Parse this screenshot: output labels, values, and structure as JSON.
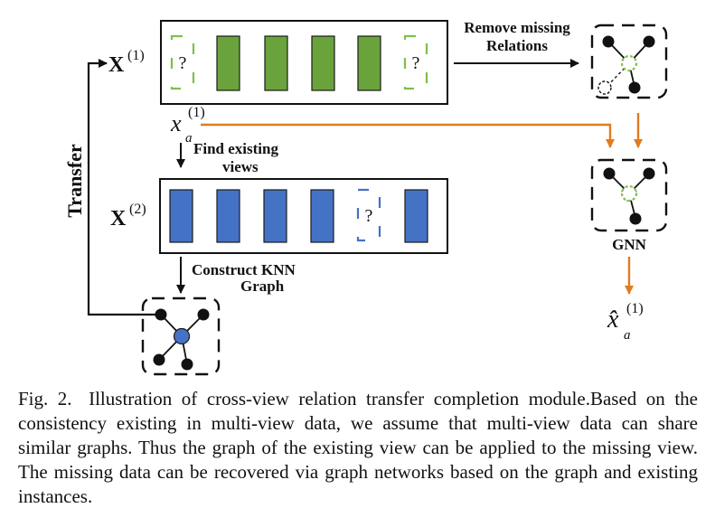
{
  "diagram": {
    "side_label": "Transfer",
    "x1_label": {
      "base": "X",
      "sup": "(1)"
    },
    "x2_label": {
      "base": "X",
      "sup": "(2)"
    },
    "xa_label": {
      "base": "x",
      "sup": "(1)",
      "sub": "a"
    },
    "xhat_label": {
      "base": "x̂",
      "sup": "(1)",
      "sub": "a"
    },
    "missing_mark": "?",
    "remove_missing_line1": "Remove missing",
    "remove_missing_line2": "Relations",
    "find_existing_line1": "Find existing",
    "find_existing_line2": "views",
    "construct_knn_line1": "Construct KNN",
    "construct_knn_line2": "Graph",
    "gnn_label": "GNN",
    "colors": {
      "green": "#6aa33b",
      "blue": "#4472c4",
      "orange": "#e07b20",
      "missing_green": "#7fbf4d"
    }
  },
  "caption": {
    "label": "Fig. 2.",
    "text": "Illustration of cross-view relation transfer completion module.Based on the consistency existing in multi-view data, we assume that multi-view data can share similar graphs. Thus the graph of the existing view can be applied to the missing view. The missing data can be recovered via graph networks based on the graph and existing instances."
  }
}
